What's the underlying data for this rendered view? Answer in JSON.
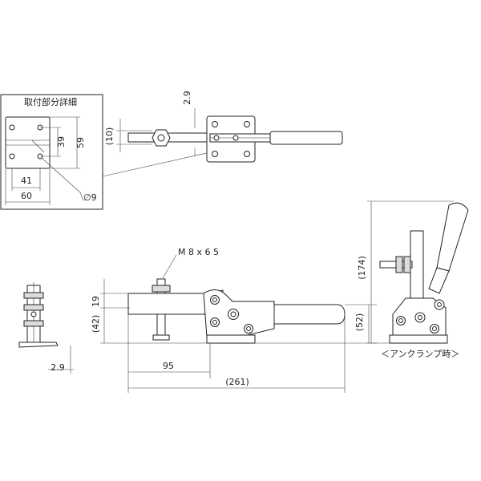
{
  "detail_view": {
    "title": "取付部分詳細",
    "dims": {
      "d39": "39",
      "d59": "59",
      "d41": "41",
      "d60": "60",
      "hole": "∅9"
    }
  },
  "top_view": {
    "dims": {
      "d10": "(10)",
      "d29": "2.9"
    }
  },
  "front_view": {
    "bolt": "M 8 x 6 5",
    "dims": {
      "d19": "19",
      "d42": "(42)",
      "d52": "(52)",
      "d95": "95",
      "d261": "(261)"
    }
  },
  "side_view": {
    "dims": {
      "d29": "2.9"
    }
  },
  "unclamp_view": {
    "caption": "＜アンクランプ時＞",
    "dims": {
      "d174": "(174)"
    }
  }
}
